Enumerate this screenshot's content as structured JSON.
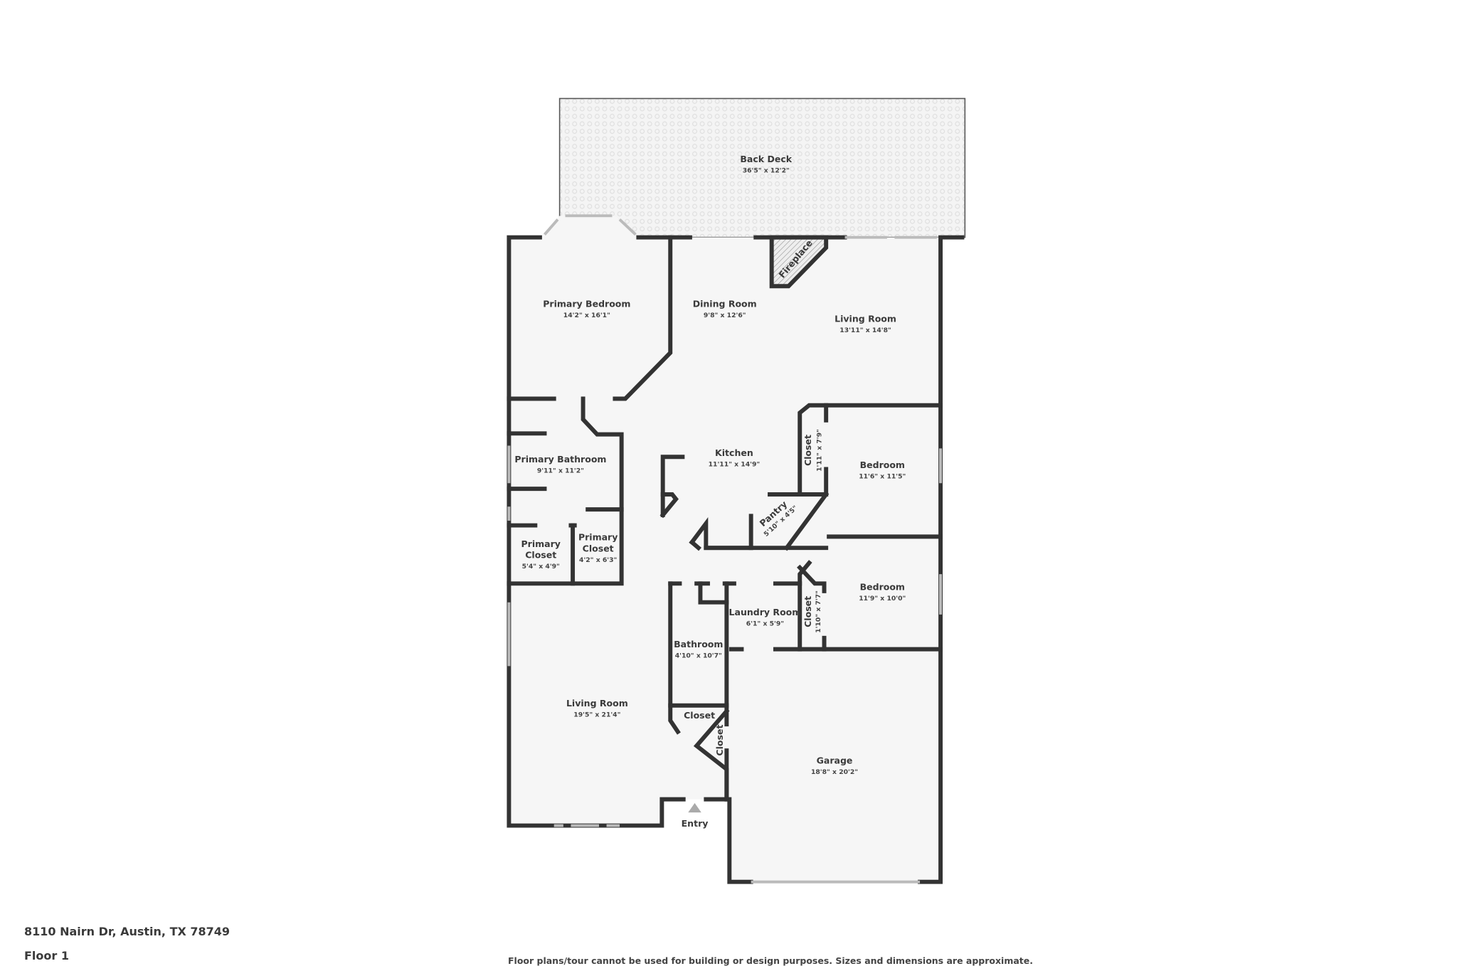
{
  "address": "8110 Nairn Dr, Austin, TX 78749",
  "floor": "Floor 1",
  "disclaimer": "Floor plans/tour cannot be used for building or design purposes. Sizes and dimensions are approximate.",
  "entry_label": "Entry",
  "fireplace_label": "Fireplace",
  "rooms": [
    {
      "name": "Back Deck",
      "dims": "36'5\" x 12'2\""
    },
    {
      "name": "Primary Bedroom",
      "dims": "14'2\" x 16'1\""
    },
    {
      "name": "Dining Room",
      "dims": "9'8\" x 12'6\""
    },
    {
      "name": "Living Room",
      "dims": "13'11\" x 14'8\""
    },
    {
      "name": "Kitchen",
      "dims": "11'11\" x 14'9\""
    },
    {
      "name": "Primary Bathroom",
      "dims": "9'11\" x 11'2\""
    },
    {
      "name": "Closet",
      "dims": "1'11\" x 7'9\""
    },
    {
      "name": "Bedroom",
      "dims": "11'6\" x 11'5\""
    },
    {
      "name": "Pantry",
      "dims": "5'10\" x 4'5\""
    },
    {
      "name": "Primary Closet",
      "dims": "5'4\" x 4'9\""
    },
    {
      "name": "Primary Closet",
      "dims": "4'2\" x 6'3\""
    },
    {
      "name": "Bedroom",
      "dims": "11'9\" x 10'0\""
    },
    {
      "name": "Laundry Room",
      "dims": "6'1\" x 5'9\""
    },
    {
      "name": "Closet",
      "dims": "1'10\" x 7'7\""
    },
    {
      "name": "Bathroom",
      "dims": "4'10\" x 10'7\""
    },
    {
      "name": "Living Room",
      "dims": "19'5\" x 21'4\""
    },
    {
      "name": "Closet",
      "dims": ""
    },
    {
      "name": "Closet",
      "dims": ""
    },
    {
      "name": "Garage",
      "dims": "18'8\" x 20'2\""
    }
  ]
}
